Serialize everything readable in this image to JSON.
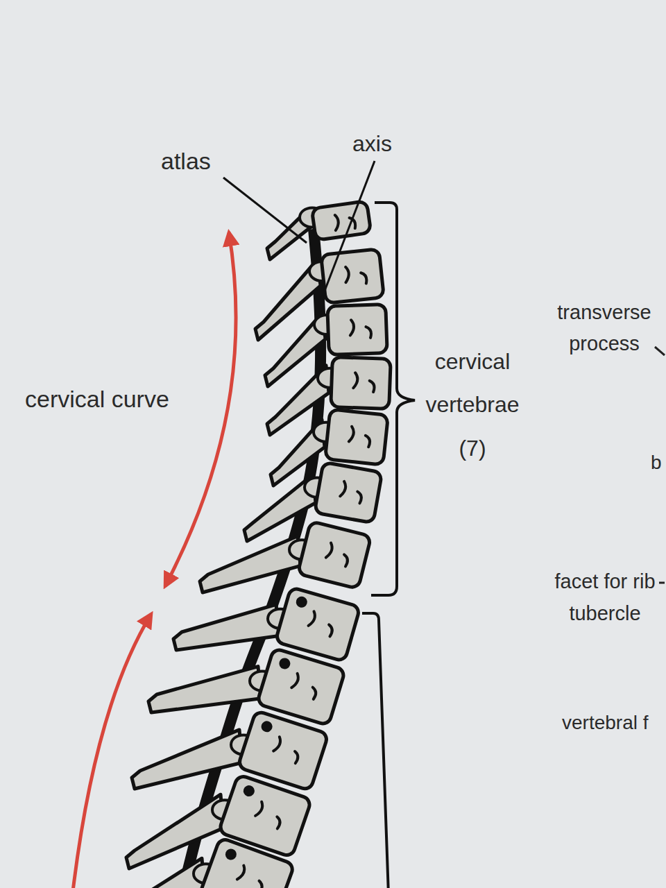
{
  "diagram": {
    "labels": [
      "atlas",
      "axis",
      "cervical curve",
      "cervical vertebrae (7)",
      "transverse process",
      "b",
      "facet for rib tubercle",
      "vertebral f"
    ]
  }
}
